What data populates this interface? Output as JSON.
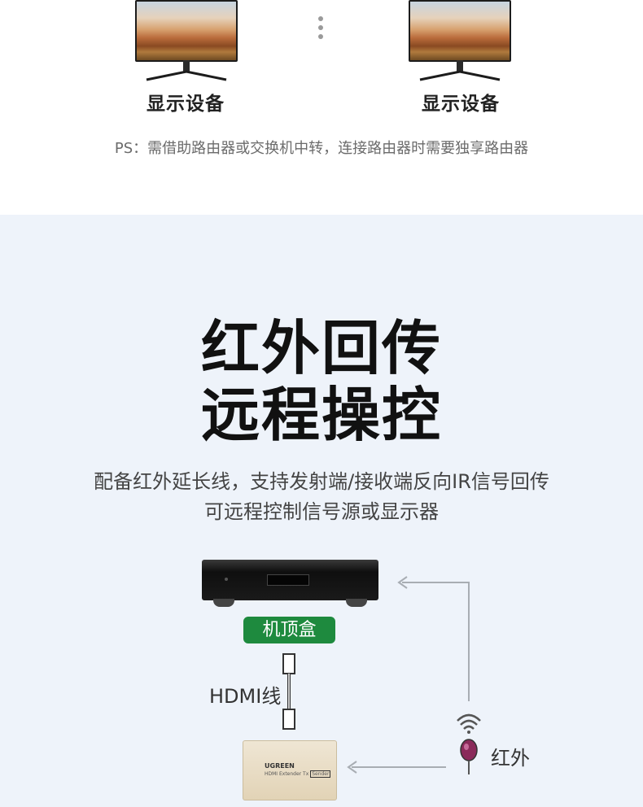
{
  "top": {
    "devices": [
      {
        "label": "显示设备"
      },
      {
        "label": "显示设备"
      }
    ],
    "note": "PS：需借助路由器或交换机中转，连接路由器时需要独享路由器"
  },
  "feature": {
    "title_line1": "红外回传",
    "title_line2": "远程操控",
    "desc_line1": "配备红外延长线，支持发射端/接收端反向IR信号回传",
    "desc_line2": "可远程控制信号源或显示器"
  },
  "diagram": {
    "set_top_box_label": "机顶盒",
    "cable_label": "HDMI线",
    "ir_label": "红外",
    "sender_brand": "UGREEN",
    "sender_model": "HDMI Extender Tx",
    "sender_tag": "Sender",
    "colors": {
      "tag": "#1e8a3e",
      "arrow": "#a8adb3"
    }
  }
}
